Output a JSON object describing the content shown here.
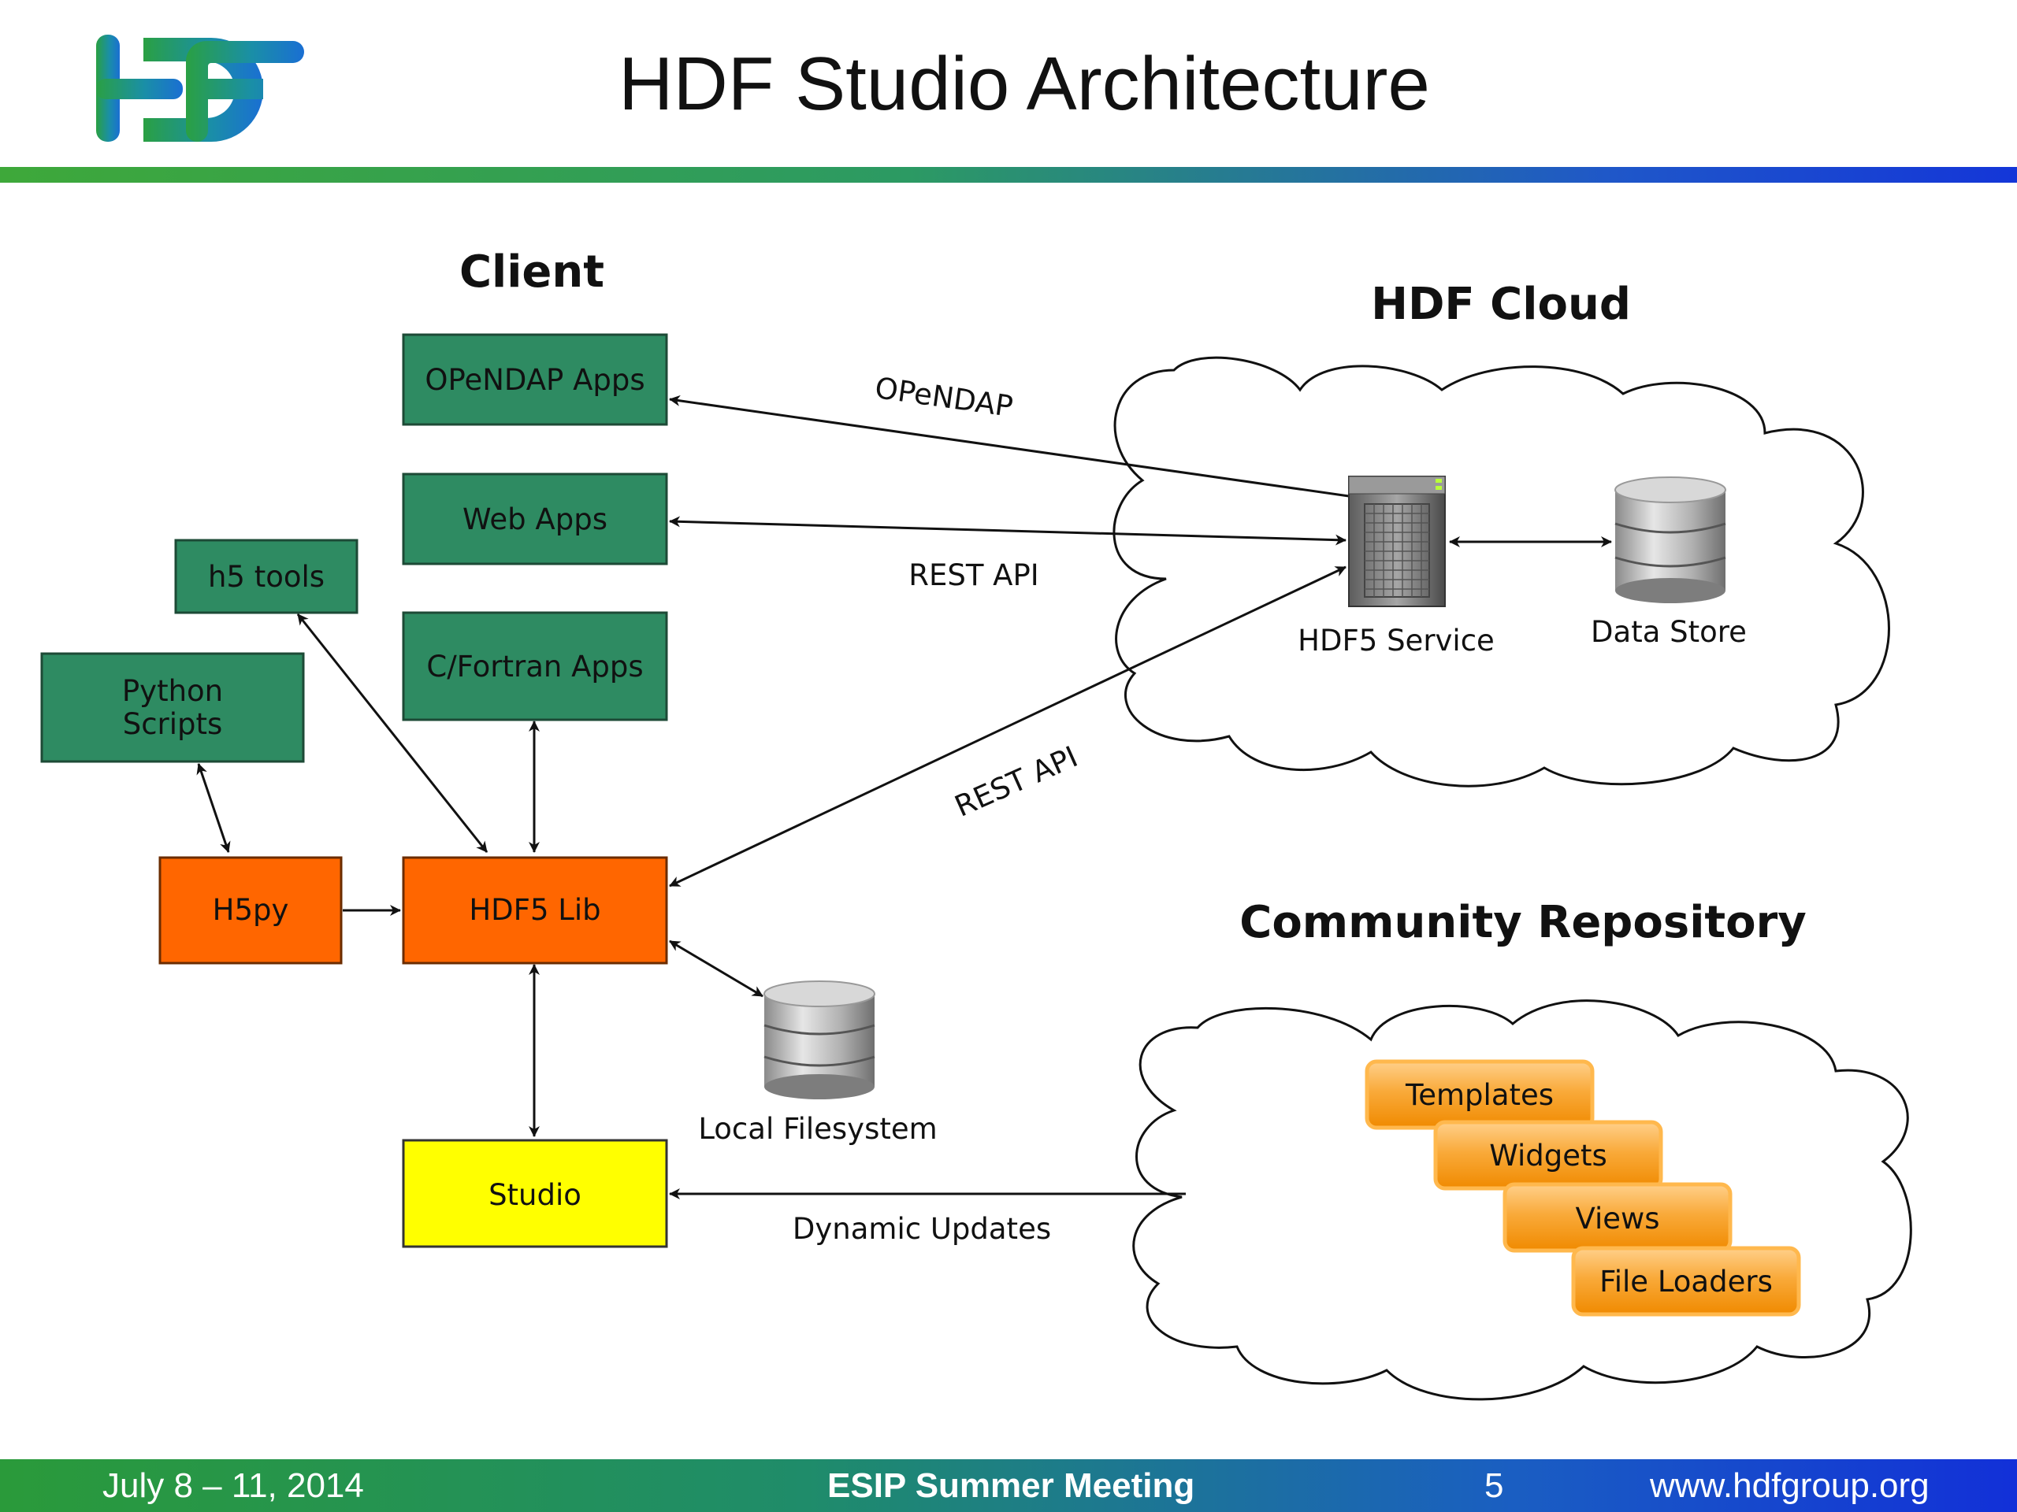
{
  "slide": {
    "title": "HDF Studio Architecture"
  },
  "logo": {
    "text": "HDF"
  },
  "sections": {
    "client": "Client",
    "cloud": "HDF Cloud",
    "repository": "Community Repository"
  },
  "boxes": {
    "opendap_apps": "OPeNDAP Apps",
    "web_apps": "Web Apps",
    "h5_tools": "h5 tools",
    "python_line1": "Python",
    "python_line2": "Scripts",
    "cfortran_apps": "C/Fortran Apps",
    "h5py": "H5py",
    "hdf5_lib": "HDF5 Lib",
    "studio": "Studio"
  },
  "labels": {
    "opendap": "OPeNDAP",
    "rest_api_1": "REST API",
    "rest_api_2": "REST API",
    "dynamic_updates": "Dynamic Updates",
    "local_filesystem": "Local Filesystem",
    "hdf5_service": "HDF5 Service",
    "data_store": "Data Store"
  },
  "repository_items": [
    "Templates",
    "Widgets",
    "Views",
    "File Loaders"
  ],
  "colors": {
    "client_box": "#2e8b62",
    "lib_box": "#ff6600",
    "studio_box": "#ffff00",
    "repo_pill": "#f7a21b",
    "rule_start": "#3ea83a",
    "rule_end": "#1436d8"
  },
  "footer": {
    "date": "July 8 – 11, 2014",
    "event": "ESIP Summer Meeting",
    "page": "5",
    "url": "www.hdfgroup.org"
  }
}
